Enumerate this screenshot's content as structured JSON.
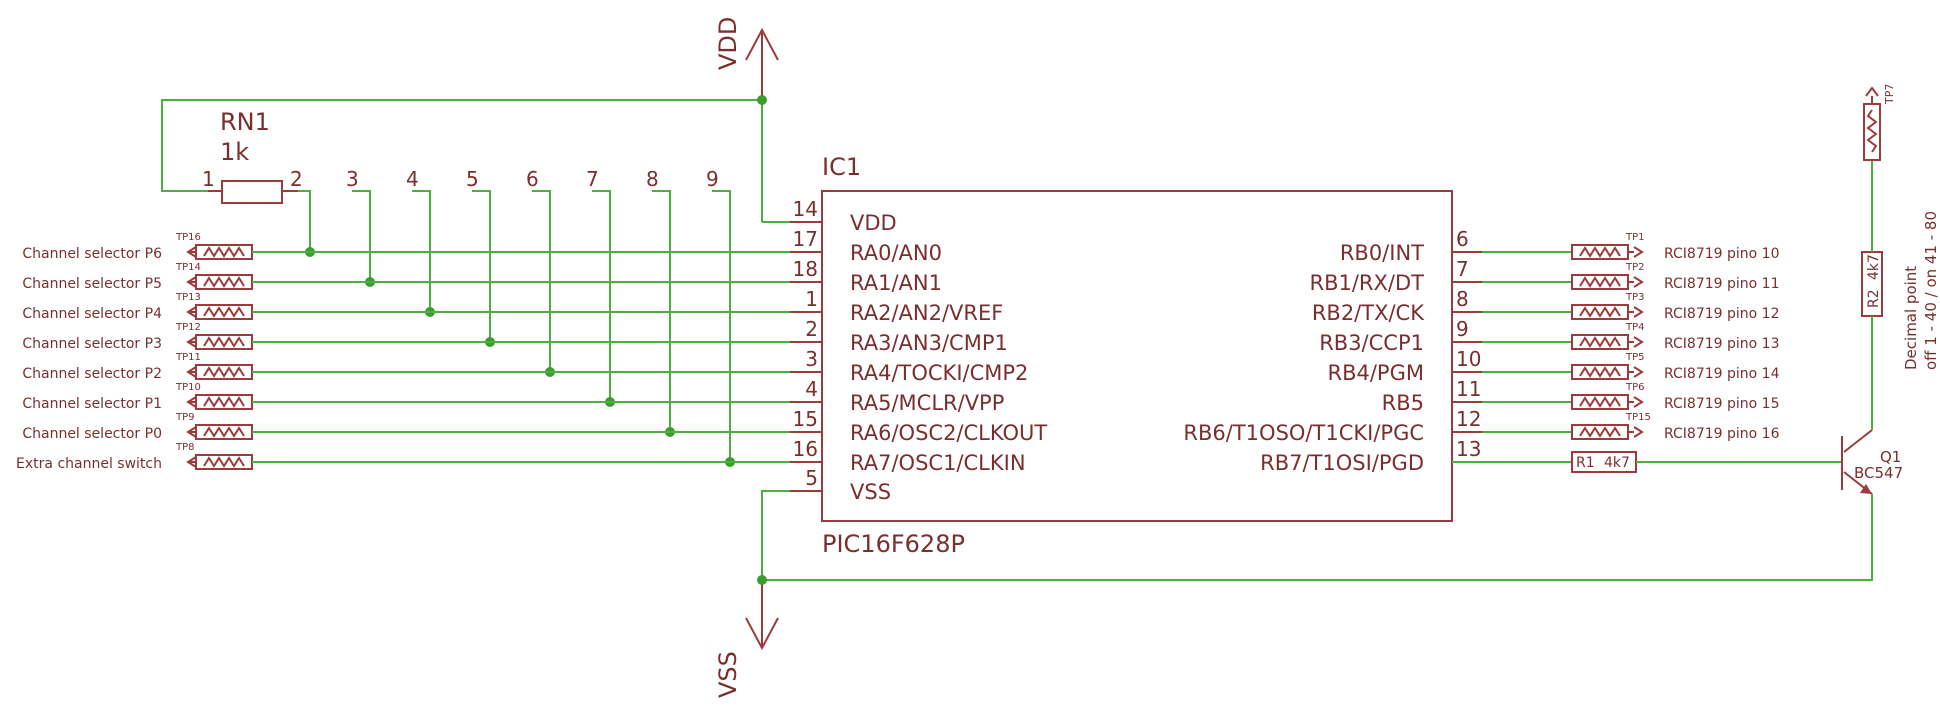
{
  "power": {
    "vdd": "VDD",
    "vss": "VSS"
  },
  "resistor_network": {
    "name": "RN1",
    "value": "1k",
    "pins": [
      "1",
      "2",
      "3",
      "4",
      "5",
      "6",
      "7",
      "8",
      "9"
    ]
  },
  "ic": {
    "ref": "IC1",
    "part": "PIC16F628P",
    "left_pins": [
      {
        "num": "14",
        "name": "VDD"
      },
      {
        "num": "17",
        "name": "RA0/AN0"
      },
      {
        "num": "18",
        "name": "RA1/AN1"
      },
      {
        "num": "1",
        "name": "RA2/AN2/VREF"
      },
      {
        "num": "2",
        "name": "RA3/AN3/CMP1"
      },
      {
        "num": "3",
        "name": "RA4/TOCKI/CMP2"
      },
      {
        "num": "4",
        "name": "RA5/MCLR/VPP"
      },
      {
        "num": "15",
        "name": "RA6/OSC2/CLKOUT"
      },
      {
        "num": "16",
        "name": "RA7/OSC1/CLKIN"
      },
      {
        "num": "5",
        "name": "VSS"
      }
    ],
    "right_pins": [
      {
        "num": "6",
        "name": "RB0/INT"
      },
      {
        "num": "7",
        "name": "RB1/RX/DT"
      },
      {
        "num": "8",
        "name": "RB2/TX/CK"
      },
      {
        "num": "9",
        "name": "RB3/CCP1"
      },
      {
        "num": "10",
        "name": "RB4/PGM"
      },
      {
        "num": "11",
        "name": "RB5"
      },
      {
        "num": "12",
        "name": "RB6/T1OSO/T1CKI/PGC"
      },
      {
        "num": "13",
        "name": "RB7/T1OSI/PGD"
      }
    ]
  },
  "left_testpoints": [
    {
      "tp": "TP16",
      "label": "Channel selector P6"
    },
    {
      "tp": "TP14",
      "label": "Channel selector P5"
    },
    {
      "tp": "TP13",
      "label": "Channel selector P4"
    },
    {
      "tp": "TP12",
      "label": "Channel selector P3"
    },
    {
      "tp": "TP11",
      "label": "Channel selector P2"
    },
    {
      "tp": "TP10",
      "label": "Channel selector P1"
    },
    {
      "tp": "TP9",
      "label": "Channel selector P0"
    },
    {
      "tp": "TP8",
      "label": "Extra channel switch"
    }
  ],
  "right_testpoints": [
    {
      "tp": "TP1",
      "label": "RCI8719 pino 10"
    },
    {
      "tp": "TP2",
      "label": "RCI8719 pino 11"
    },
    {
      "tp": "TP3",
      "label": "RCI8719 pino 12"
    },
    {
      "tp": "TP4",
      "label": "RCI8719 pino 13"
    },
    {
      "tp": "TP5",
      "label": "RCI8719 pino 14"
    },
    {
      "tp": "TP6",
      "label": "RCI8719 pino 15"
    },
    {
      "tp": "TP15",
      "label": "RCI8719 pino 16"
    }
  ],
  "r1": {
    "ref": "R1",
    "value": "4k7"
  },
  "r2": {
    "ref": "R2",
    "value": "4k7"
  },
  "q1": {
    "ref": "Q1",
    "part": "BC547"
  },
  "tp7": "TP7",
  "decimal_point": {
    "line1": "Decimal point",
    "line2": "off  1 - 40 / on 41 - 80"
  }
}
